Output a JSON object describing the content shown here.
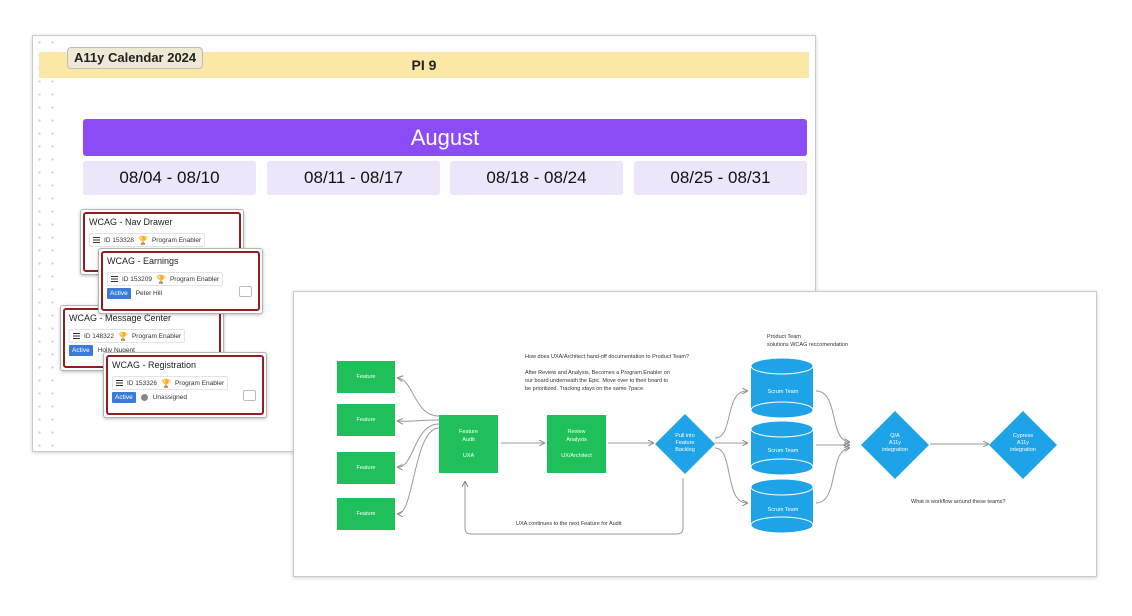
{
  "calendar": {
    "title": "A11y Calendar 2024",
    "pi_label": "PI 9",
    "month": "August",
    "weeks": [
      "08/04 - 08/10",
      "08/11 - 08/17",
      "08/18 - 08/24",
      "08/25 - 08/31"
    ],
    "cards": [
      {
        "title": "WCAG - Nav Drawer",
        "id": "ID 153328",
        "type": "Program Enabler"
      },
      {
        "title": "WCAG - Earnings",
        "id": "ID 153209",
        "type": "Program Enabler",
        "status": "Active",
        "assignee": "Peter Hill"
      },
      {
        "title": "WCAG - Message Center",
        "id": "ID 148322",
        "type": "Program Enabler",
        "status": "Active",
        "assignee": "Holly Nugent"
      },
      {
        "title": "WCAG - Registration",
        "id": "ID 153326",
        "type": "Program Enabler",
        "status": "Active",
        "assignee": "Unassigned"
      }
    ],
    "colors": {
      "pi_bar": "#fbe7a6",
      "month": "#8b4cf6",
      "week": "#ede6fb",
      "card_border": "#8f1d21",
      "badge": "#3b7bd8"
    }
  },
  "flow": {
    "features": [
      "Feature",
      "Feature",
      "Feature",
      "Feature"
    ],
    "audit": {
      "title1": "Feature",
      "title2": "Audit",
      "sub": "UXA"
    },
    "review": {
      "title1": "Review",
      "title2": "Analysis",
      "sub": "UX/Architect"
    },
    "backlog": {
      "line1": "Pull into",
      "line2": "Feature",
      "line3": "Backlog"
    },
    "scrum_teams": [
      "Scrum Team",
      "Scrum Team",
      "Scrum Team"
    ],
    "qa": {
      "line1": "Q/A",
      "line2": "A11y",
      "line3": "integration"
    },
    "cypress": {
      "line1": "Cypress",
      "line2": "A11y",
      "line3": "integration"
    },
    "note_question": "How does UXA/Architect hand-off documentation to Product Team?",
    "note_answer_1": "After Review and Analysis, Becomes a Program Enabler on",
    "note_answer_2": "our board underneath the Epic. Move over to their board to",
    "note_answer_3": "be prioritized. Tracking stays on the same 7pace.",
    "product_team_1": "Product Team",
    "product_team_2": "solutions WCAG reccomendation",
    "loop_note": "UXA continues to the next Feature for Audit",
    "workflow_note": "What is workflow around these teams?",
    "colors": {
      "green": "#1fbf5a",
      "blue": "#1fa3e8"
    }
  }
}
